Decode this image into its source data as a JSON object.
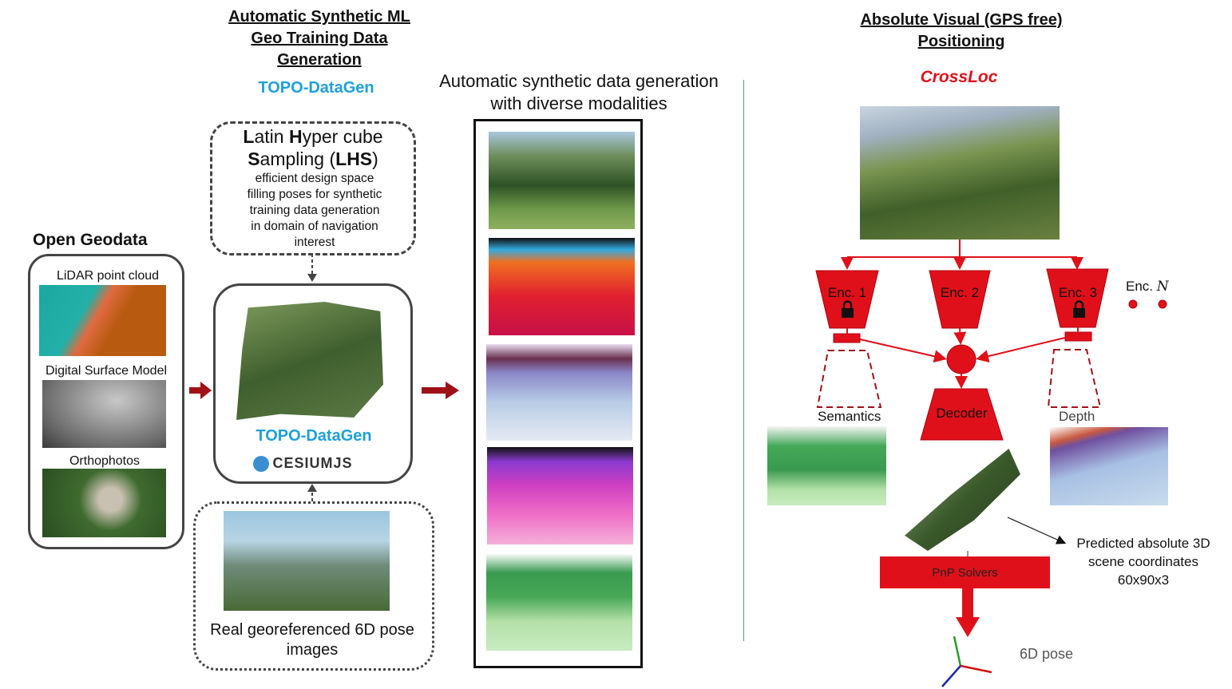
{
  "left": {
    "title_lines": [
      "Automatic Synthetic ML",
      "Geo Training Data",
      "Generation"
    ],
    "brand": "TOPO-DataGen",
    "lhs": {
      "line1_a": "L",
      "line1_b": "atin ",
      "line1_c": "H",
      "line1_d": "yper cube",
      "line2_a": "S",
      "line2_b": "ampling (",
      "line2_c": "LHS",
      "line2_d": ")",
      "desc_lines": [
        "efficient design space",
        "filling poses for synthetic",
        "training data generation",
        "in domain of navigation",
        "interest"
      ]
    },
    "open_geodata": {
      "title": "Open Geodata",
      "items": [
        "LiDAR point cloud",
        "Digital Surface Model",
        "Orthophotos"
      ]
    },
    "engine": {
      "label": "TOPO-DataGen",
      "cesium": "CESIUMJS"
    },
    "real_images": {
      "lines": [
        "Real georeferenced 6D pose",
        "images"
      ]
    }
  },
  "middle": {
    "title_lines": [
      "Automatic synthetic data generation",
      "with diverse modalities"
    ],
    "modalities": [
      "rgb",
      "scene-coordinates",
      "depth",
      "surface-normal",
      "semantics"
    ]
  },
  "right": {
    "title_lines": [
      "Absolute Visual (GPS free)",
      "Positioning"
    ],
    "brand": "CrossLoc",
    "encoders": [
      "Enc. 1",
      "Enc. 2",
      "Enc. 3"
    ],
    "enc_n_prefix": "Enc. ",
    "enc_n_var": "N",
    "decoder": "Decoder",
    "semantics": "Semantics",
    "depth": "Depth",
    "predicted_lines": [
      "Predicted absolute 3D",
      "scene coordinates",
      "60x90x3"
    ],
    "pnp": "PnP Solvers",
    "pose": "6D pose"
  },
  "colors": {
    "red": "#e0101a",
    "blue": "#1ea0dc",
    "dark_red": "#a01018"
  }
}
